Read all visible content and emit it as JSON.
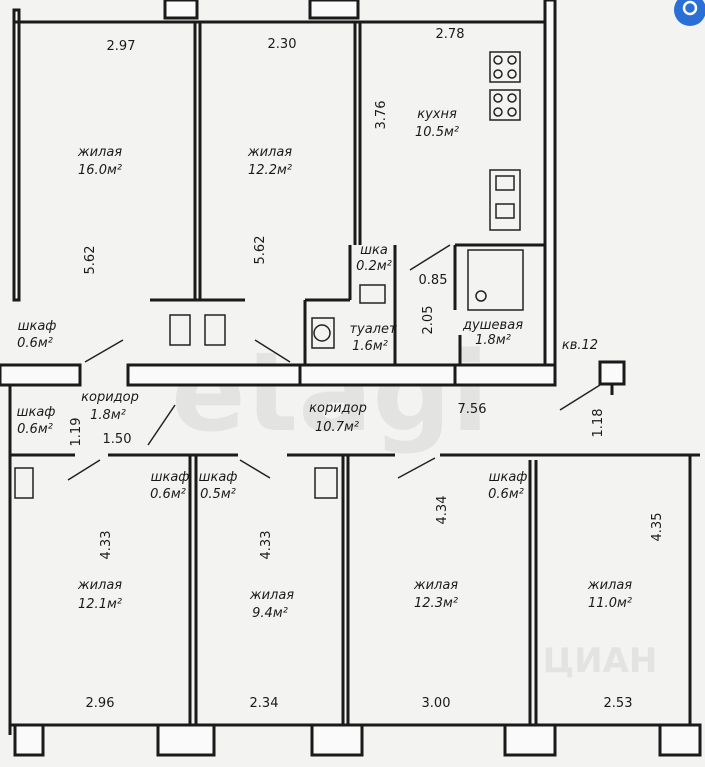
{
  "plan": {
    "apartment_label": "кв.12",
    "rooms": [
      {
        "name": "жилая",
        "area": "16.0м²"
      },
      {
        "name": "жилая",
        "area": "12.2м²"
      },
      {
        "name": "кухня",
        "area": "10.5м²"
      },
      {
        "name": "шка",
        "area": "0.2м²"
      },
      {
        "name": "туалет",
        "area": "1.6м²"
      },
      {
        "name": "душевая",
        "area": "1.8м²"
      },
      {
        "name": "шкаф",
        "area": "0.6м²"
      },
      {
        "name": "шкаф",
        "area": "0.6м²"
      },
      {
        "name": "коридор",
        "area": "1.8м²"
      },
      {
        "name": "коридор",
        "area": "10.7м²"
      },
      {
        "name": "шкаф",
        "area": "0.6м²"
      },
      {
        "name": "шкаф",
        "area": "0.5м²"
      },
      {
        "name": "шкаф",
        "area": "0.6м²"
      },
      {
        "name": "жилая",
        "area": "12.1м²"
      },
      {
        "name": "жилая",
        "area": "9.4м²"
      },
      {
        "name": "жилая",
        "area": "12.3м²"
      },
      {
        "name": "жилая",
        "area": "11.0м²"
      }
    ],
    "dimensions": [
      "2.97",
      "2.30",
      "2.78",
      "5.62",
      "5.62",
      "3.76",
      "0.85",
      "2.05",
      "7.56",
      "1.19",
      "1.50",
      "1.18",
      "4.33",
      "4.33",
      "4.34",
      "4.35",
      "2.96",
      "2.34",
      "3.00",
      "2.53"
    ],
    "watermarks": [
      "etagi",
      "ЦИАН"
    ]
  }
}
